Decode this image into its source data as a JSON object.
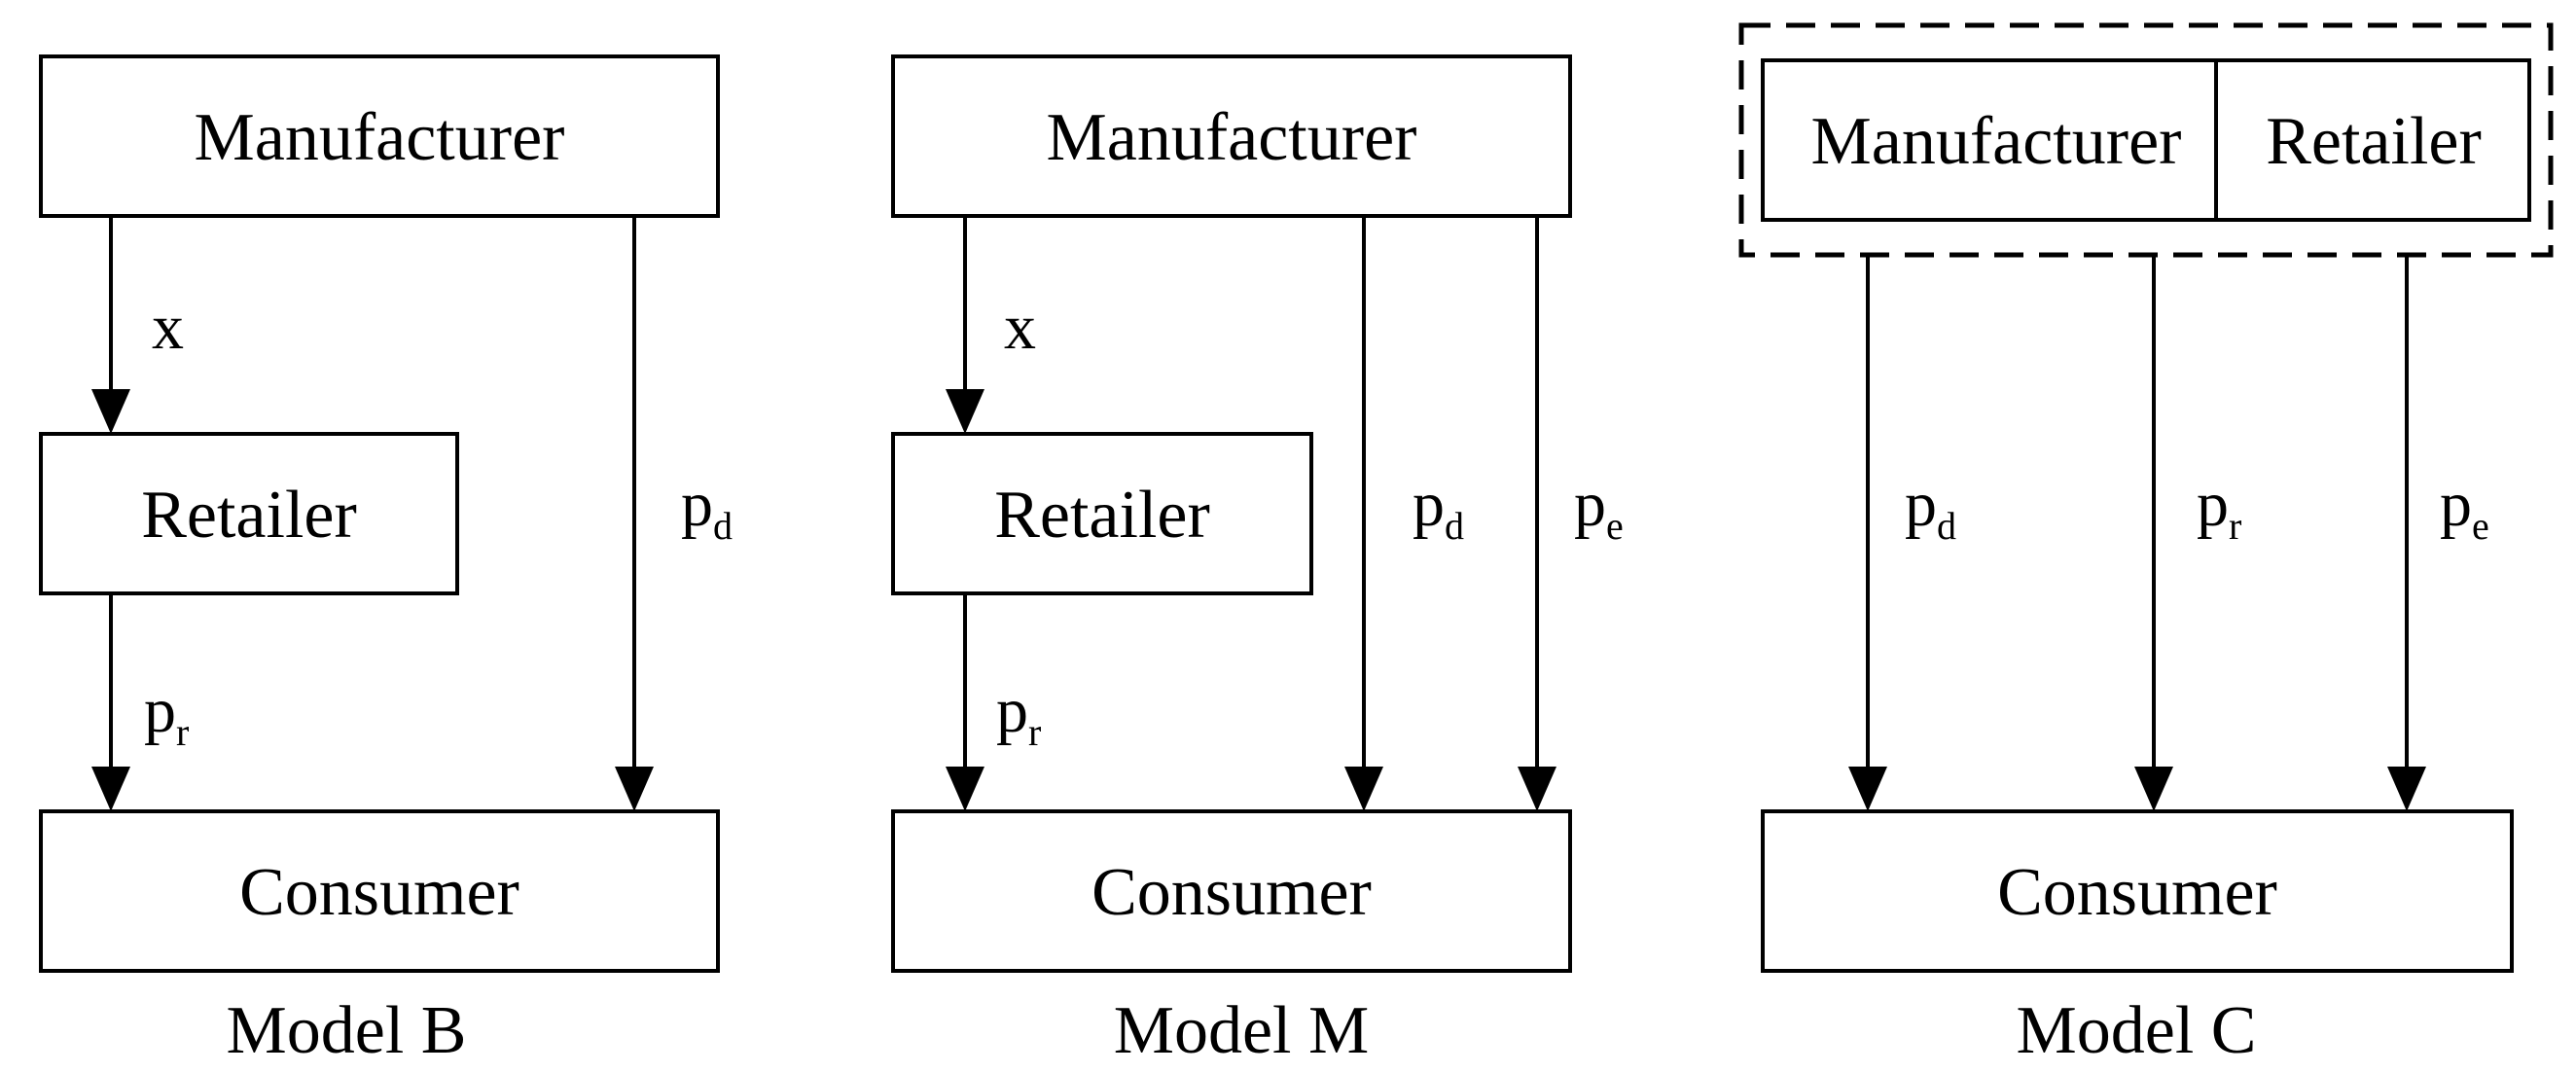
{
  "models": [
    {
      "caption": "Model B",
      "boxes": {
        "top": "Manufacturer",
        "middle": "Retailer",
        "bottom": "Consumer"
      },
      "flows": [
        {
          "base": "x",
          "sub": ""
        },
        {
          "base": "p",
          "sub": "r"
        },
        {
          "base": "p",
          "sub": "d"
        }
      ]
    },
    {
      "caption": "Model M",
      "boxes": {
        "top": "Manufacturer",
        "middle": "Retailer",
        "bottom": "Consumer"
      },
      "flows": [
        {
          "base": "x",
          "sub": ""
        },
        {
          "base": "p",
          "sub": "r"
        },
        {
          "base": "p",
          "sub": "d"
        },
        {
          "base": "p",
          "sub": "e"
        }
      ]
    },
    {
      "caption": "Model C",
      "boxes": {
        "top_left": "Manufacturer",
        "top_right": "Retailer",
        "bottom": "Consumer"
      },
      "flows": [
        {
          "base": "p",
          "sub": "d"
        },
        {
          "base": "p",
          "sub": "r"
        },
        {
          "base": "p",
          "sub": "e"
        }
      ]
    }
  ]
}
